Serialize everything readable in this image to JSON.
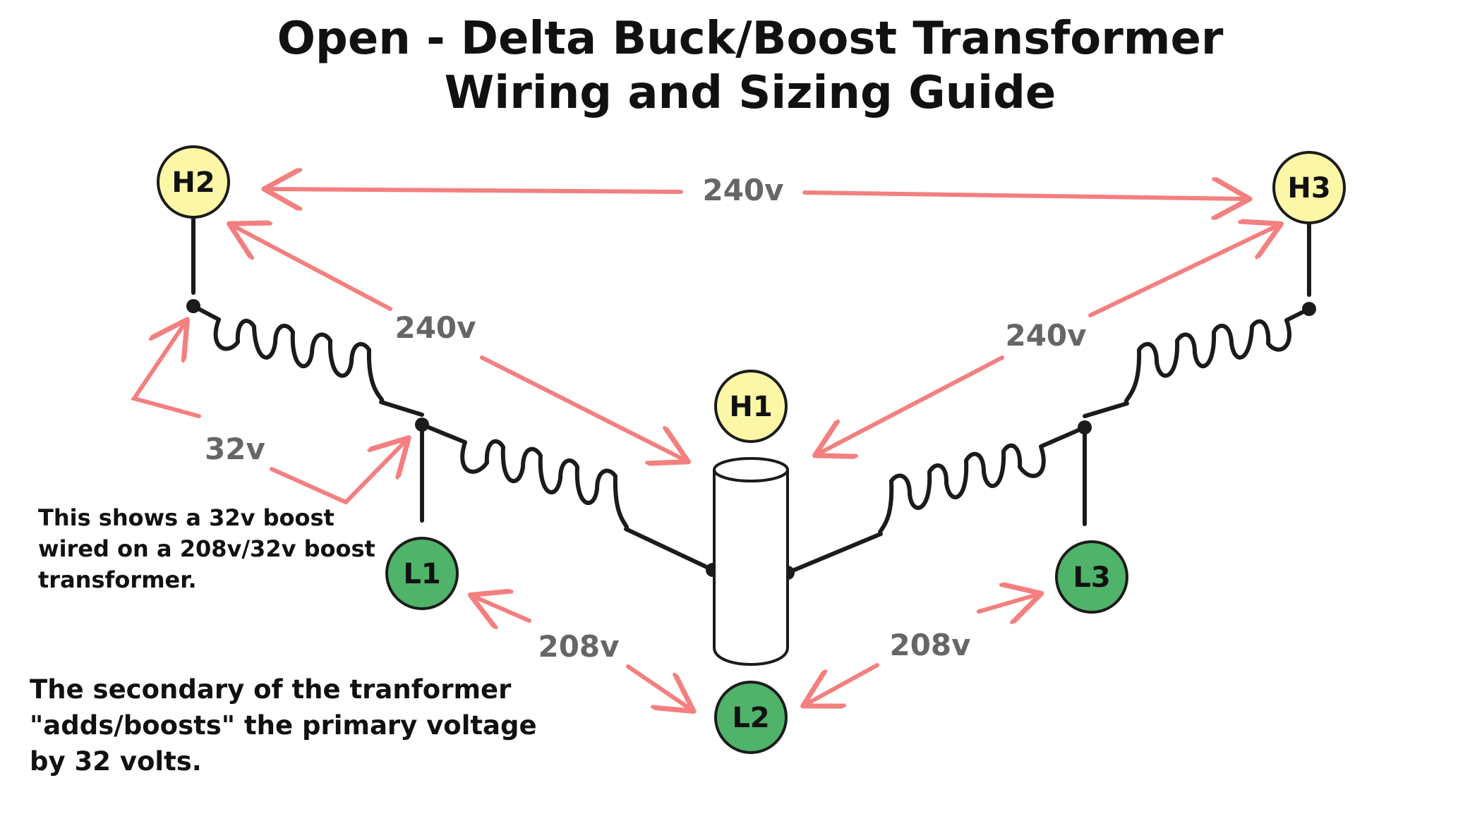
{
  "title": {
    "line1": "Open - Delta Buck/Boost Transformer",
    "line2": "Wiring and Sizing Guide"
  },
  "terminals": {
    "h1": "H1",
    "h2": "H2",
    "h3": "H3",
    "l1": "L1",
    "l2": "L2",
    "l3": "L3"
  },
  "voltages": {
    "h2_h3": "240v",
    "h2_h1": "240v",
    "h3_h1": "240v",
    "boost": "32v",
    "l1_l2": "208v",
    "l3_l2": "208v"
  },
  "notes": {
    "boost_note": "This shows a 32v boost wired on a 208v/32v boost transformer.",
    "secondary_note": "The secondary of the tranformer \"adds/boosts\" the primary voltage by 32 volts."
  },
  "colors": {
    "high_terminal": "#fbf7a6",
    "low_terminal": "#4fb36a",
    "arrow": "#f47f7f",
    "wire": "#1b1b1b",
    "voltage_text": "#666666"
  }
}
